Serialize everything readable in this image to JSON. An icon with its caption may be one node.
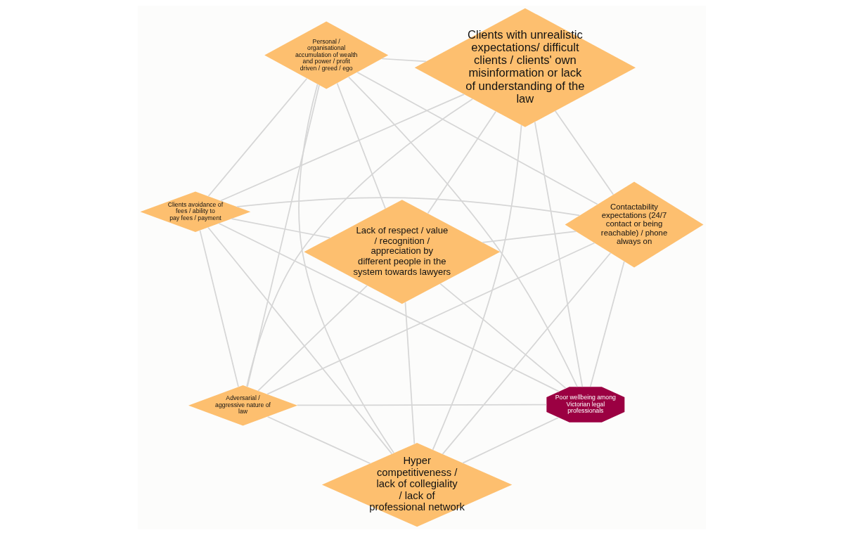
{
  "diagram": {
    "nodes": [
      {
        "text": [
          "Clients avoidance of fees / ability to pay fees / payment"
        ]
      },
      {
        "text": [
          "Contactability expectations (24/7 contact or being reachable) / phone always on"
        ]
      },
      {
        "text": [
          "Hyper competitiveness / lack of collegiality / lack of professional network"
        ]
      },
      {
        "text": [
          "Personal / organisational accumulation of wealth and power / profit driven / greed / ego"
        ]
      },
      {
        "text": [
          "Clients with unrealistic expectations/ difficult clients / clients' own misinformation or lack of understanding of the law"
        ]
      },
      {
        "text": [
          "Lack of respect / value / recognition / appreciation by different people in the system towards lawyers"
        ]
      },
      {
        "text": [
          "Adversarial / aggressive nature of law"
        ]
      },
      {
        "text": [
          "Poor wellbeing among Victorian legal professionals"
        ]
      }
    ],
    "edges": [
      {
        "from": 0,
        "to": 1,
        "arrow": "none"
      },
      {
        "from": 0,
        "to": 2,
        "arrow": "none"
      },
      {
        "from": 0,
        "to": 3,
        "arrow": "none"
      },
      {
        "from": 0,
        "to": 4,
        "arrow": "none"
      },
      {
        "from": 0,
        "to": 5,
        "arrow": "none"
      },
      {
        "from": 0,
        "to": 6,
        "arrow": "none"
      },
      {
        "from": 0,
        "to": 7,
        "arrow": "none"
      },
      {
        "from": 1,
        "to": 2,
        "arrow": "none"
      },
      {
        "from": 1,
        "to": 3,
        "arrow": "none"
      },
      {
        "from": 1,
        "to": 4,
        "arrow": "none"
      },
      {
        "from": 1,
        "to": 5,
        "arrow": "none"
      },
      {
        "from": 1,
        "to": 6,
        "arrow": "none"
      },
      {
        "from": 1,
        "to": 7,
        "arrow": "none"
      },
      {
        "from": 2,
        "to": 3,
        "arrow": "none"
      },
      {
        "from": 2,
        "to": 4,
        "arrow": "none"
      },
      {
        "from": 2,
        "to": 5,
        "arrow": "none"
      },
      {
        "from": 2,
        "to": 6,
        "arrow": "none"
      },
      {
        "from": 2,
        "to": 7,
        "arrow": "none"
      },
      {
        "from": 3,
        "to": 4,
        "arrow": "none"
      },
      {
        "from": 3,
        "to": 5,
        "arrow": "none"
      },
      {
        "from": 3,
        "to": 6,
        "arrow": "none"
      },
      {
        "from": 3,
        "to": 7,
        "arrow": "none"
      },
      {
        "from": 4,
        "to": 5,
        "arrow": "none"
      },
      {
        "from": 4,
        "to": 6,
        "arrow": "none"
      },
      {
        "from": 4,
        "to": 7,
        "arrow": "none"
      },
      {
        "from": 5,
        "to": 6,
        "arrow": "none"
      },
      {
        "from": 5,
        "to": 7,
        "arrow": "none"
      },
      {
        "from": 6,
        "to": 7,
        "arrow": "none"
      }
    ]
  }
}
